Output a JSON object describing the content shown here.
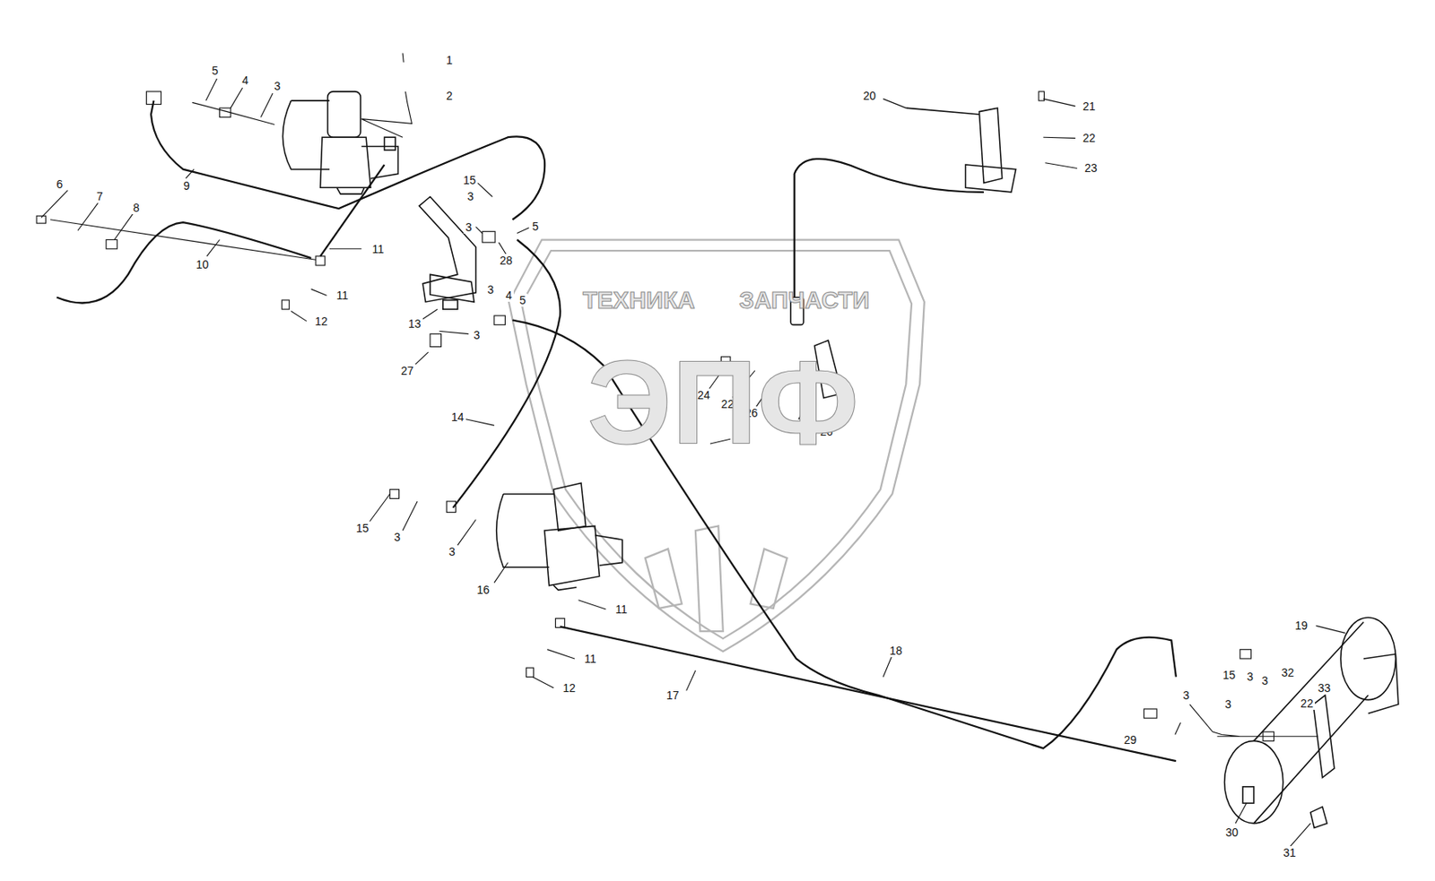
{
  "diagram": {
    "labels": [
      "1",
      "2",
      "5",
      "4",
      "3",
      "6",
      "7",
      "8",
      "9",
      "10",
      "11",
      "11",
      "12",
      "15",
      "3",
      "3",
      "5",
      "28",
      "13",
      "3",
      "4",
      "5",
      "3",
      "27",
      "14",
      "20",
      "21",
      "22",
      "23",
      "24",
      "22",
      "26",
      "25",
      "26",
      "15",
      "3",
      "3",
      "16",
      "11",
      "11",
      "12",
      "17",
      "18",
      "19",
      "15",
      "3",
      "3",
      "3",
      "3",
      "29",
      "32",
      "22",
      "33",
      "30",
      "31",
      "ТЕХНИКА",
      "ЗАПЧАСТИ",
      "ЭПФ"
    ]
  }
}
